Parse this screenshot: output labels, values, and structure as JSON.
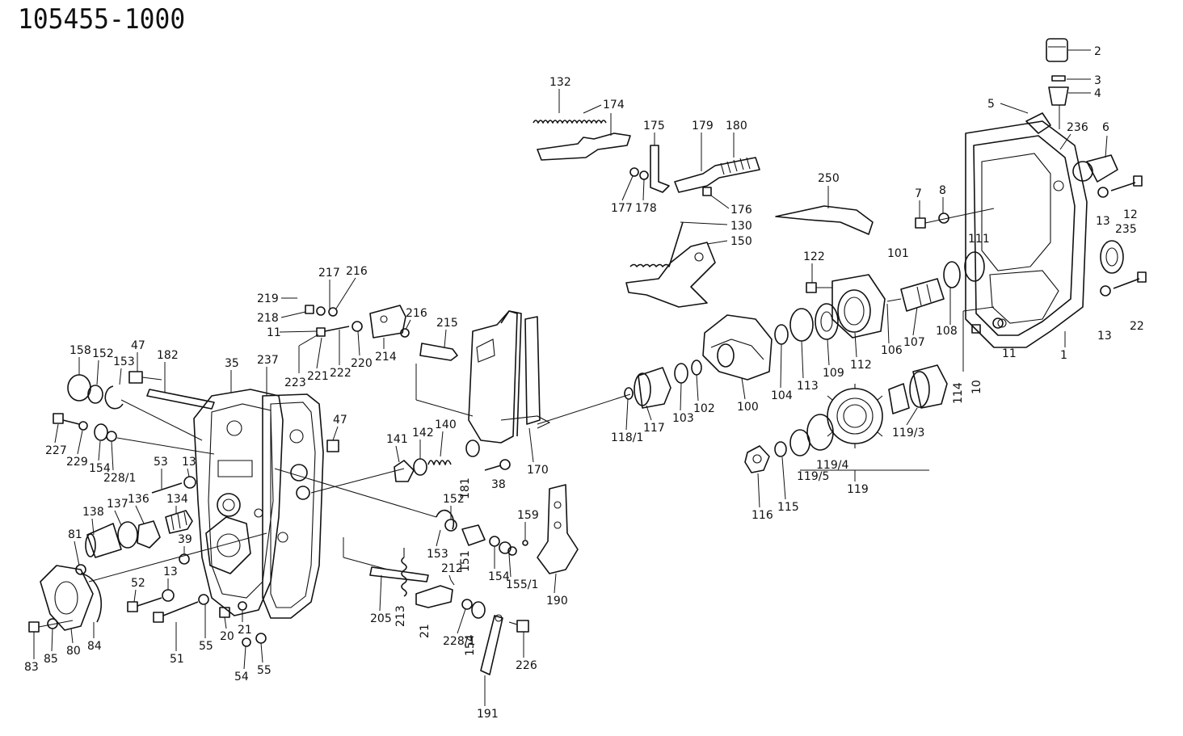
{
  "title": "105455-1000",
  "labels": {
    "l2": "2",
    "l3": "3",
    "l4": "4",
    "l5": "5",
    "l236": "236",
    "l6": "6",
    "l7": "7",
    "l8": "8",
    "l12": "12",
    "l13a": "13",
    "l235": "235",
    "l111": "111",
    "l101": "101",
    "l122": "122",
    "l250": "250",
    "l22": "22",
    "l13b": "13",
    "l1": "1",
    "l11a": "11",
    "l10": "10",
    "l114": "114",
    "l108": "108",
    "l107": "107",
    "l106": "106",
    "l112": "112",
    "l109": "109",
    "l113": "113",
    "l104": "104",
    "l100": "100",
    "l102": "102",
    "l103": "103",
    "l117": "117",
    "l118_1": "118/1",
    "l119_3": "119/3",
    "l119_4": "119/4",
    "l119_5": "119/5",
    "l119": "119",
    "l116": "116",
    "l115": "115",
    "l132": "132",
    "l174": "174",
    "l175": "175",
    "l179": "179",
    "l180": "180",
    "l177": "177",
    "l178": "178",
    "l176": "176",
    "l130": "130",
    "l150": "150",
    "l219": "219",
    "l217": "217",
    "l216a": "216",
    "l218": "218",
    "l11b": "11",
    "l216b": "216",
    "l215": "215",
    "l223": "223",
    "l221": "221",
    "l222": "222",
    "l220": "220",
    "l214": "214",
    "l170": "170",
    "l158": "158",
    "l152a": "152",
    "l153a": "153",
    "l47a": "47",
    "l182": "182",
    "l35": "35",
    "l237": "237",
    "l47b": "47",
    "l227": "227",
    "l229": "229",
    "l154a": "154",
    "l228_1a": "228/1",
    "l141": "141",
    "l142": "142",
    "l140": "140",
    "l181": "181",
    "l38": "38",
    "l53": "53",
    "l13c": "13",
    "l138": "138",
    "l137": "137",
    "l136": "136",
    "l134": "134",
    "l81": "81",
    "l39": "39",
    "l52": "52",
    "l13d": "13",
    "l152b": "152",
    "l153b": "153",
    "l151": "151",
    "l154b": "154",
    "l155_1": "155/1",
    "l159": "159",
    "l190": "190",
    "l212": "212",
    "l205": "205",
    "l213": "213",
    "l21a": "21",
    "l228_1b": "228/1",
    "l154c": "154",
    "l226": "226",
    "l191": "191",
    "l51": "51",
    "l55a": "55",
    "l20": "20",
    "l21b": "21",
    "l54": "54",
    "l55b": "55",
    "l83": "83",
    "l85": "85",
    "l80": "80",
    "l84": "84"
  }
}
